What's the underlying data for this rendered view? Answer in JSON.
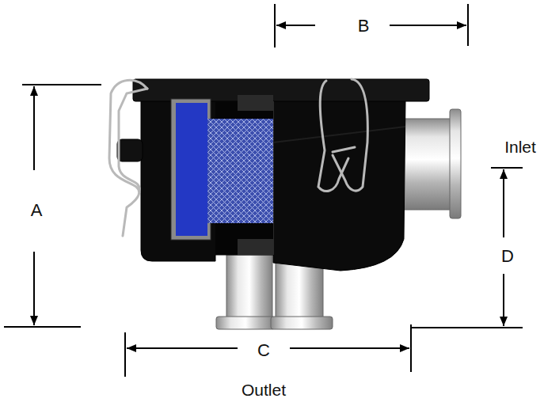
{
  "diagram": {
    "labels": [
      "B",
      "A",
      "Inlet",
      "D",
      "C",
      "Outlet"
    ]
  }
}
